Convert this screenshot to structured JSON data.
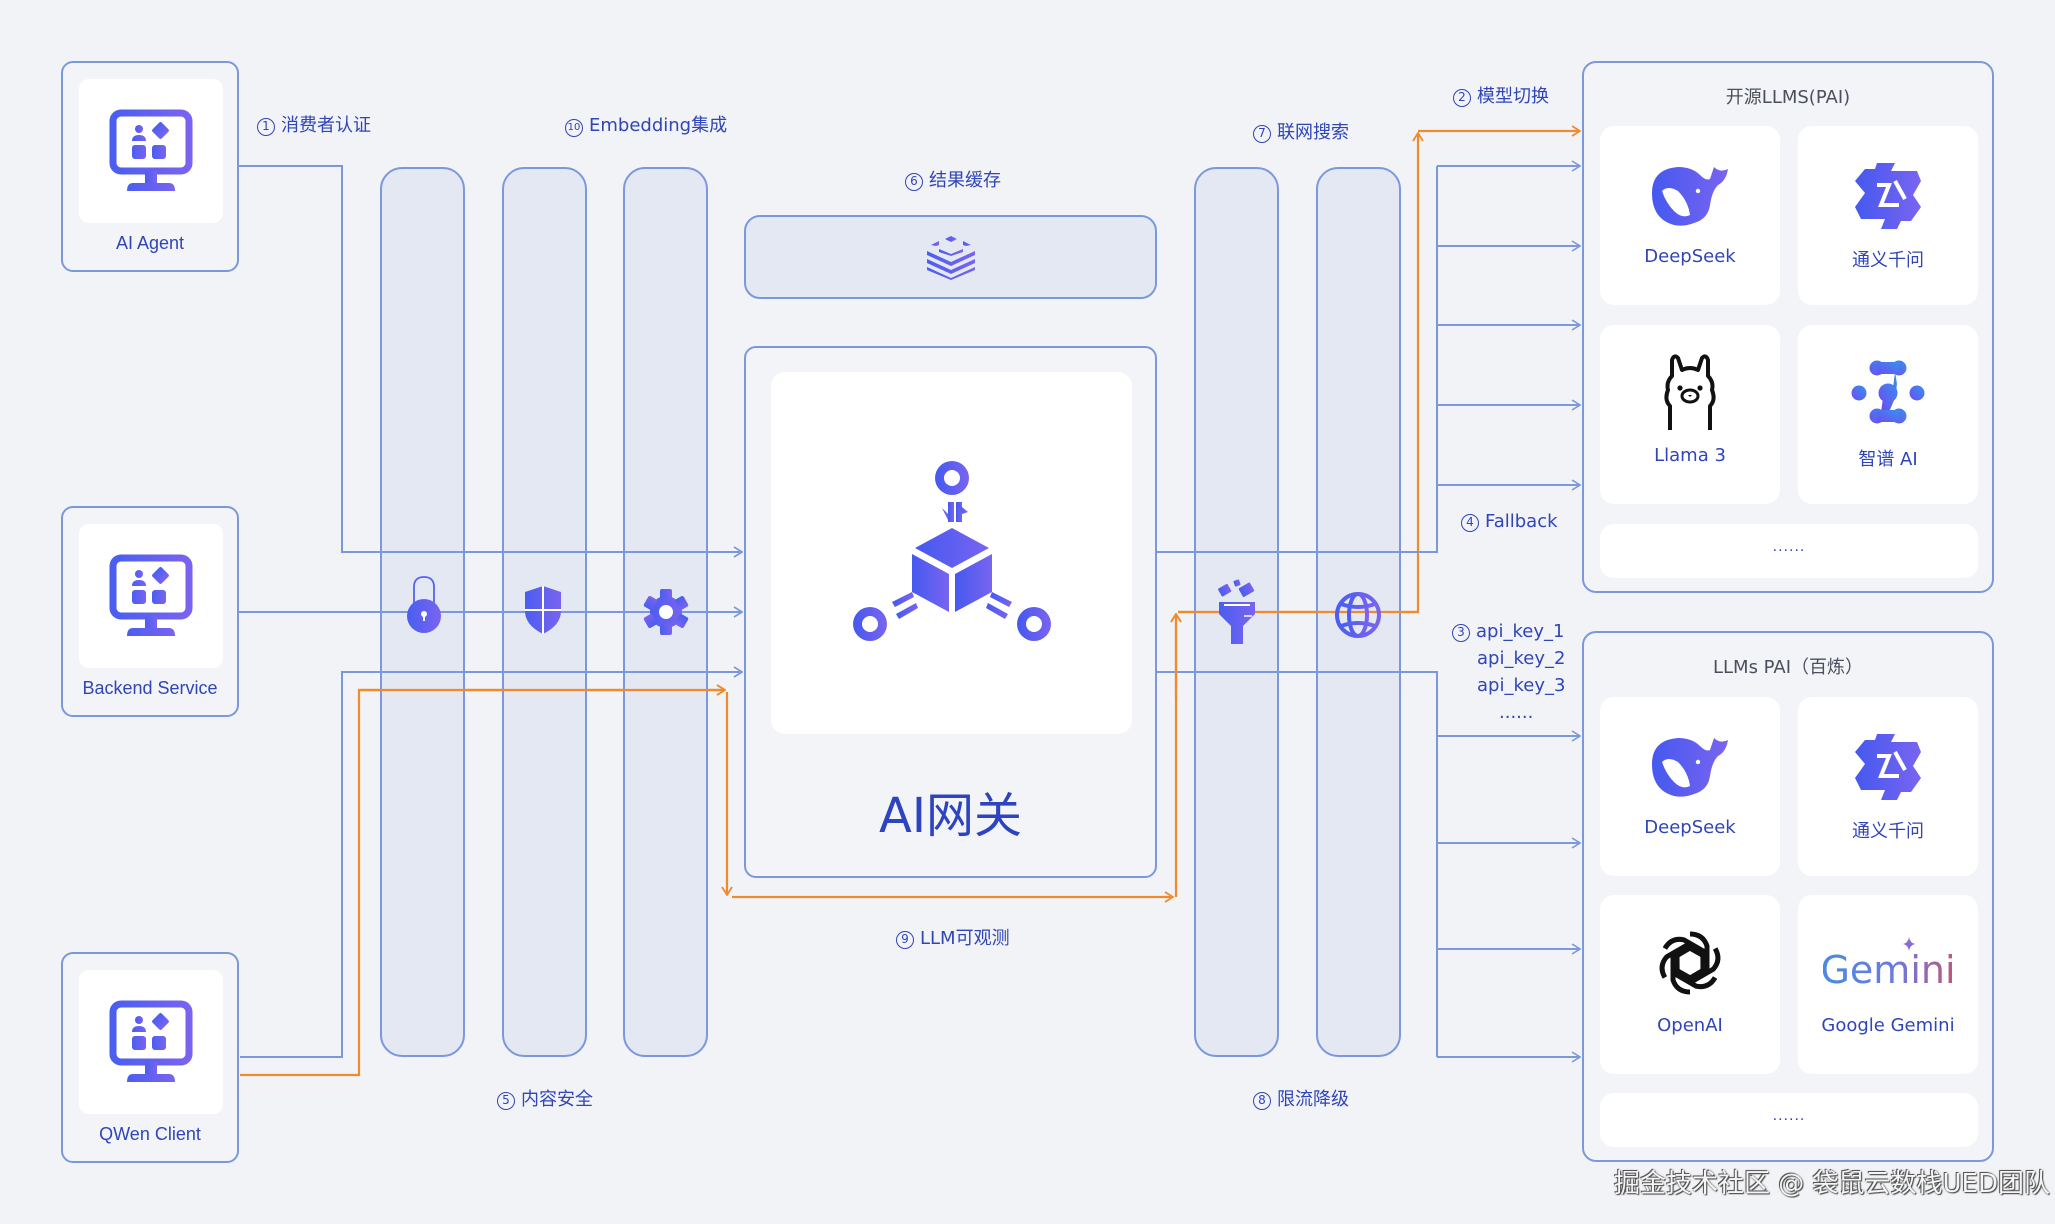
{
  "clients": [
    {
      "label": "AI Agent",
      "icon": "monitor-apps-icon"
    },
    {
      "label": "Backend Service",
      "icon": "monitor-apps-icon"
    },
    {
      "label": "QWen Client",
      "icon": "monitor-apps-icon"
    }
  ],
  "steps": {
    "s1": {
      "num": "1",
      "text": "消费者认证"
    },
    "s2": {
      "num": "2",
      "text": "模型切换"
    },
    "s3": {
      "num": "3",
      "text": "api_key_1"
    },
    "s4": {
      "num": "4",
      "text": "Fallback"
    },
    "s5": {
      "num": "5",
      "text": "内容安全"
    },
    "s6": {
      "num": "6",
      "text": "结果缓存"
    },
    "s7": {
      "num": "7",
      "text": "联网搜索"
    },
    "s8": {
      "num": "8",
      "text": "限流降级"
    },
    "s9": {
      "num": "9",
      "text": "LLM可观测"
    },
    "s10": {
      "num": "10",
      "text": "Embedding集成"
    }
  },
  "api_keys": [
    "api_key_2",
    "api_key_3",
    "......"
  ],
  "plugins_left": [
    {
      "icon": "lock-icon"
    },
    {
      "icon": "shield-icon"
    },
    {
      "icon": "gear-icon"
    }
  ],
  "plugins_right": [
    {
      "icon": "funnel-icon"
    },
    {
      "icon": "globe-icon"
    }
  ],
  "cache": {
    "icon": "layers-cache-icon"
  },
  "gateway": {
    "title": "AI网关",
    "icon": "cube-network-icon"
  },
  "panels": {
    "open_source": {
      "title": "开源LLMS(PAI)",
      "models": [
        {
          "label": "DeepSeek",
          "icon": "deepseek-whale-icon"
        },
        {
          "label": "通义千问",
          "icon": "qwen-icon"
        },
        {
          "label": "Llama 3",
          "icon": "llama-icon"
        },
        {
          "label": "智谱 AI",
          "icon": "zhipu-icon"
        }
      ],
      "more": "......"
    },
    "bailian": {
      "title": "LLMs PAI（百炼）",
      "models": [
        {
          "label": "DeepSeek",
          "icon": "deepseek-whale-icon"
        },
        {
          "label": "通义千问",
          "icon": "qwen-icon"
        },
        {
          "label": "OpenAI",
          "icon": "openai-icon"
        },
        {
          "label": "Google Gemini",
          "icon": "gemini-icon",
          "wordmark": "Gemini"
        }
      ],
      "more": "......"
    }
  },
  "colors": {
    "line_blue": "#7b98dc",
    "line_orange": "#ef8a2e",
    "accent": "#5562ef",
    "text": "#2f45b8"
  },
  "watermark": "掘金技术社区 @ 袋鼠云数栈UED团队"
}
